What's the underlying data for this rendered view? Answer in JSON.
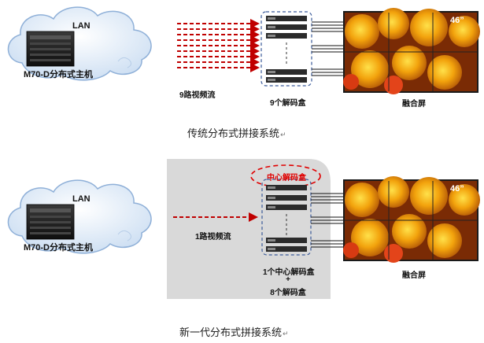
{
  "top": {
    "cloud_label": "LAN",
    "host_label": "M70-D分布式主机",
    "stream_label": "9路视频流",
    "decoder_label": "9个解码盒",
    "screen_label": "融合屏",
    "screen_size": "46”",
    "caption": "传统分布式拼接系统"
  },
  "bottom": {
    "cloud_label": "LAN",
    "host_label": "M70-D分布式主机",
    "center_decoder_label": "中心解码盒",
    "stream_label": "1路视频流",
    "decoder_line1": "1个中心解码盒",
    "decoder_plus": "+",
    "decoder_line2": "8个解码盒",
    "screen_label": "融合屏",
    "screen_size": "46”",
    "caption": "新一代分布式拼接系统"
  },
  "return_mark": "↵",
  "colors": {
    "arrow_red": "#c00000",
    "cloud_fill": "#dbe7f5",
    "cloud_stroke": "#8fb0d8",
    "panel_gray": "#d9d9d9",
    "dashed_box": "#3b5b9a"
  }
}
